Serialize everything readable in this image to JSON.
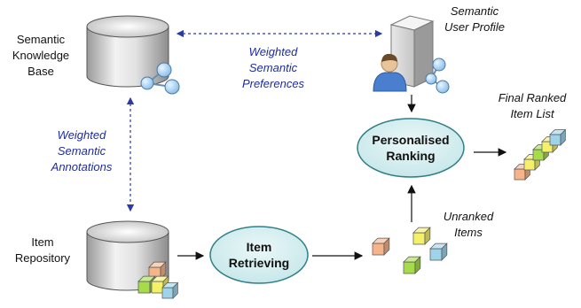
{
  "labels": {
    "semantic_kb": [
      "Semantic",
      "Knowledge",
      "Base"
    ],
    "user_profile": [
      "Semantic",
      "User Profile"
    ],
    "weighted_preferences": [
      "Weighted",
      "Semantic",
      "Preferences"
    ],
    "weighted_annotations": [
      "Weighted",
      "Semantic",
      "Annotations"
    ],
    "final_list": [
      "Final Ranked",
      "Item List"
    ],
    "item_repository": [
      "Item",
      "Repository"
    ],
    "unranked_items": [
      "Unranked",
      "Items"
    ]
  },
  "nodes": {
    "personalised_ranking": [
      "Personalised",
      "Ranking"
    ],
    "item_retrieving": [
      "Item",
      "Retrieving"
    ]
  },
  "colors": {
    "ellipse_fill": "#d6eef0",
    "ellipse_stroke": "#2f7f86",
    "link_blue": "#2b3aa6",
    "cube_orange": "#f6b48a",
    "cube_yellow": "#f4f06a",
    "cube_green": "#a6dc4a",
    "cube_blue": "#9fd3ea"
  },
  "icons": [
    "database-icon",
    "ontology-graph-icon",
    "server-icon",
    "user-icon",
    "cube-icon"
  ]
}
